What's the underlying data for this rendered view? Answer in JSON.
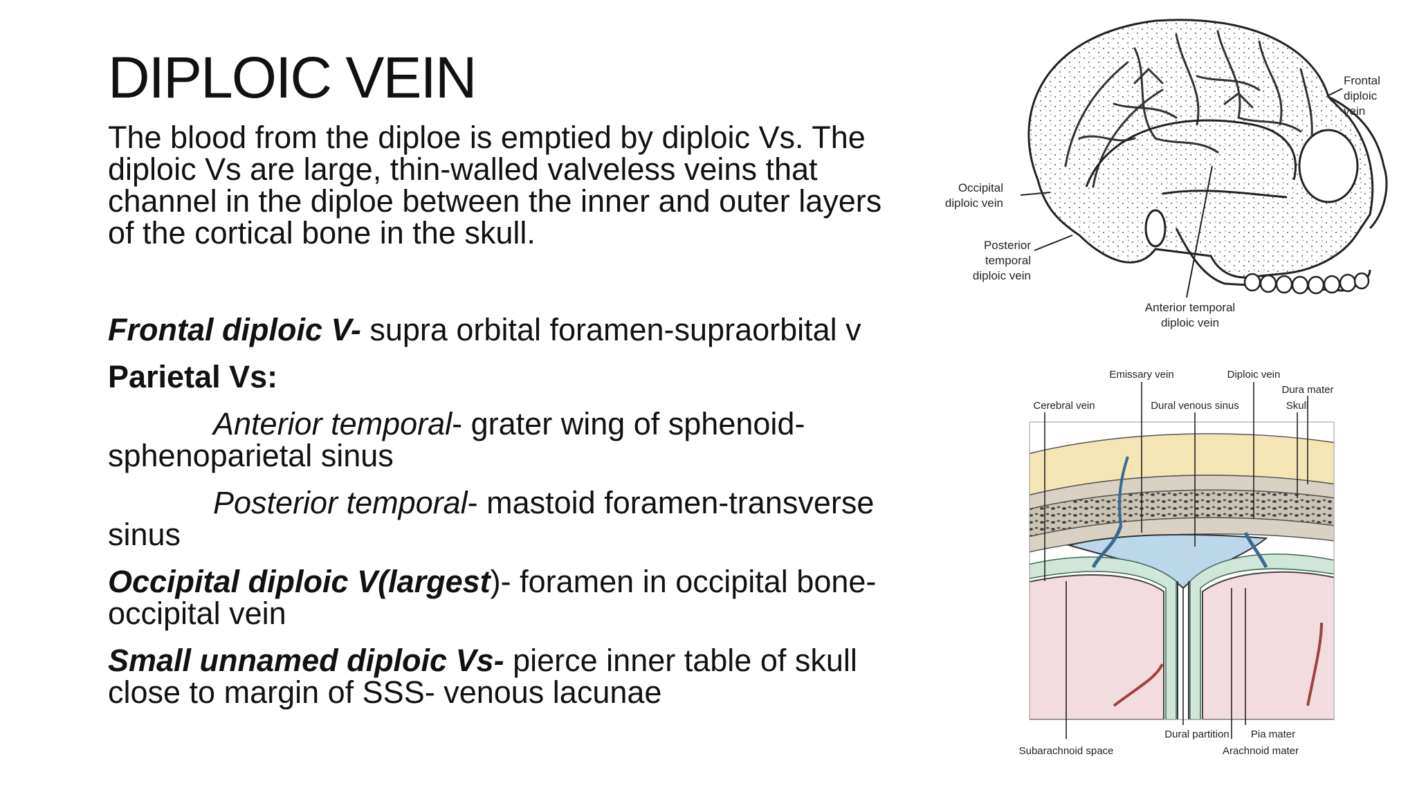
{
  "title": "DIPLOIC VEIN",
  "intro": "The blood from the diploe is emptied by diploic Vs. The diploic Vs are large, thin-walled valveless veins that channel in the diploe between the inner and outer layers of the cortical bone in the skull.",
  "items": {
    "frontal": {
      "term": "Frontal diploic V-",
      "desc": " supra orbital foramen-supraorbital v"
    },
    "parietal": {
      "heading": "Parietal Vs:"
    },
    "anterior": {
      "term": "Anterior temporal",
      "desc": "- grater wing of sphenoid-sphenoparietal sinus"
    },
    "posterior": {
      "term": "Posterior temporal",
      "desc": "- mastoid foramen-transverse sinus"
    },
    "occipital": {
      "term": "Occipital diploic V(largest",
      "desc": ")- foramen in occipital bone-occipital vein"
    },
    "small": {
      "term": "Small unnamed diploic Vs-",
      "desc": " pierce inner table of skull close to margin of SSS- venous lacunae"
    }
  },
  "skull_figure": {
    "labels": {
      "frontal": [
        "Frontal",
        "diploic",
        "vein"
      ],
      "occipital": [
        "Occipital",
        "diploic vein"
      ],
      "posterior": [
        "Posterior",
        "temporal",
        "diploic vein"
      ],
      "anterior": [
        "Anterior temporal",
        "diploic vein"
      ]
    }
  },
  "section_figure": {
    "labels": {
      "emissary": "Emissary vein",
      "diploic": "Diploic vein",
      "dura": "Dura mater",
      "cerebral": "Cerebral vein",
      "dural_sinus": "Dural venous sinus",
      "skull": "Skull",
      "dural_partition": "Dural partition",
      "pia": "Pia mater",
      "subarachnoid": "Subarachnoid space",
      "arachnoid": "Arachnoid mater"
    },
    "colors": {
      "scalp": "#f4e6b4",
      "bone": "#d9d2c4",
      "sinus": "#bcd6ea",
      "brain": "#f3dcdf",
      "pia_layer": "#cfe6d8"
    }
  }
}
